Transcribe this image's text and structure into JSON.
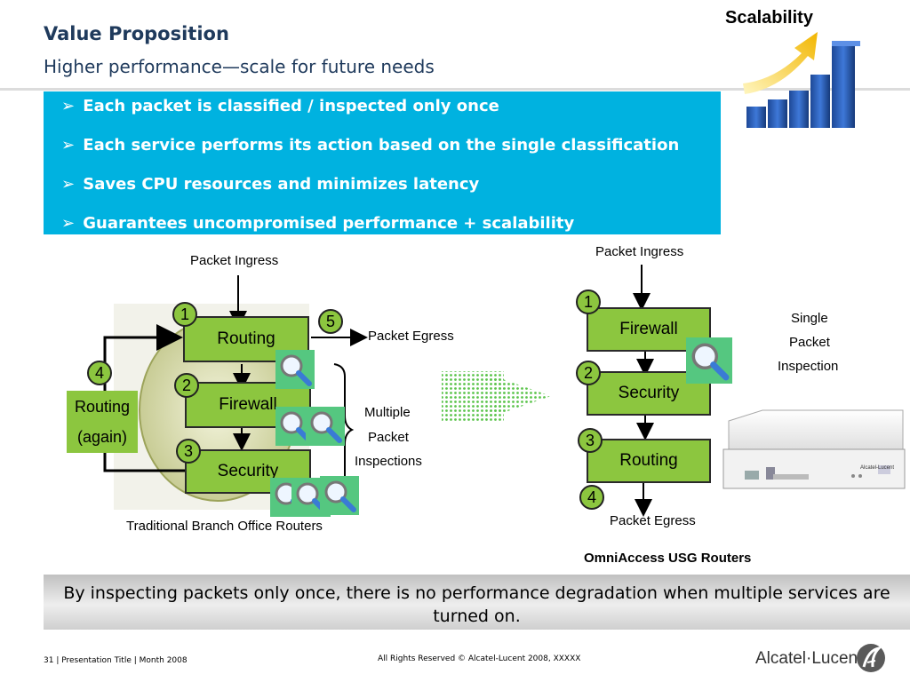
{
  "header": {
    "title": "Value Proposition",
    "subtitle": "Higher performance—scale for future needs"
  },
  "scalability_label": "Scalability",
  "bullets": [
    "Each packet is classified / inspected only once",
    "Each service performs its action based on the single classification",
    "Saves CPU resources and minimizes latency",
    "Guarantees uncompromised performance + scalability"
  ],
  "bullet_icon": "arrow-right-icon",
  "traditional": {
    "ingress_label": "Packet Ingress",
    "egress_label": "Packet Egress",
    "boxes": [
      "Routing",
      "Firewall",
      "Security"
    ],
    "badges": [
      "1",
      "2",
      "3",
      "4",
      "5"
    ],
    "routing_again_line1": "Routing",
    "routing_again_line2": "(again)",
    "multiple_line1": "Multiple",
    "multiple_line2": "Packet",
    "multiple_line3": "Inspections",
    "caption": "Traditional Branch Office Routers"
  },
  "usg": {
    "ingress_label": "Packet Ingress",
    "egress_label": "Packet Egress",
    "boxes": [
      "Firewall",
      "Security",
      "Routing"
    ],
    "badges": [
      "1",
      "2",
      "3",
      "4"
    ],
    "single_line1": "Single",
    "single_line2": "Packet",
    "single_line3": "Inspection",
    "caption": "OmniAccess USG Routers"
  },
  "bottom_message": "By inspecting packets only once, there is no performance degradation when multiple services are turned on.",
  "footer": {
    "left": "31 | Presentation Title | Month 2008",
    "center": "All Rights Reserved © Alcatel-Lucent 2008, XXXXX",
    "logo_text": "Alcatel·Lucent"
  },
  "colors": {
    "bullet_box": "#00b2e0",
    "green": "#8cc63f",
    "title": "#1f3a5c",
    "chart_bar": "#1f4ea3"
  }
}
